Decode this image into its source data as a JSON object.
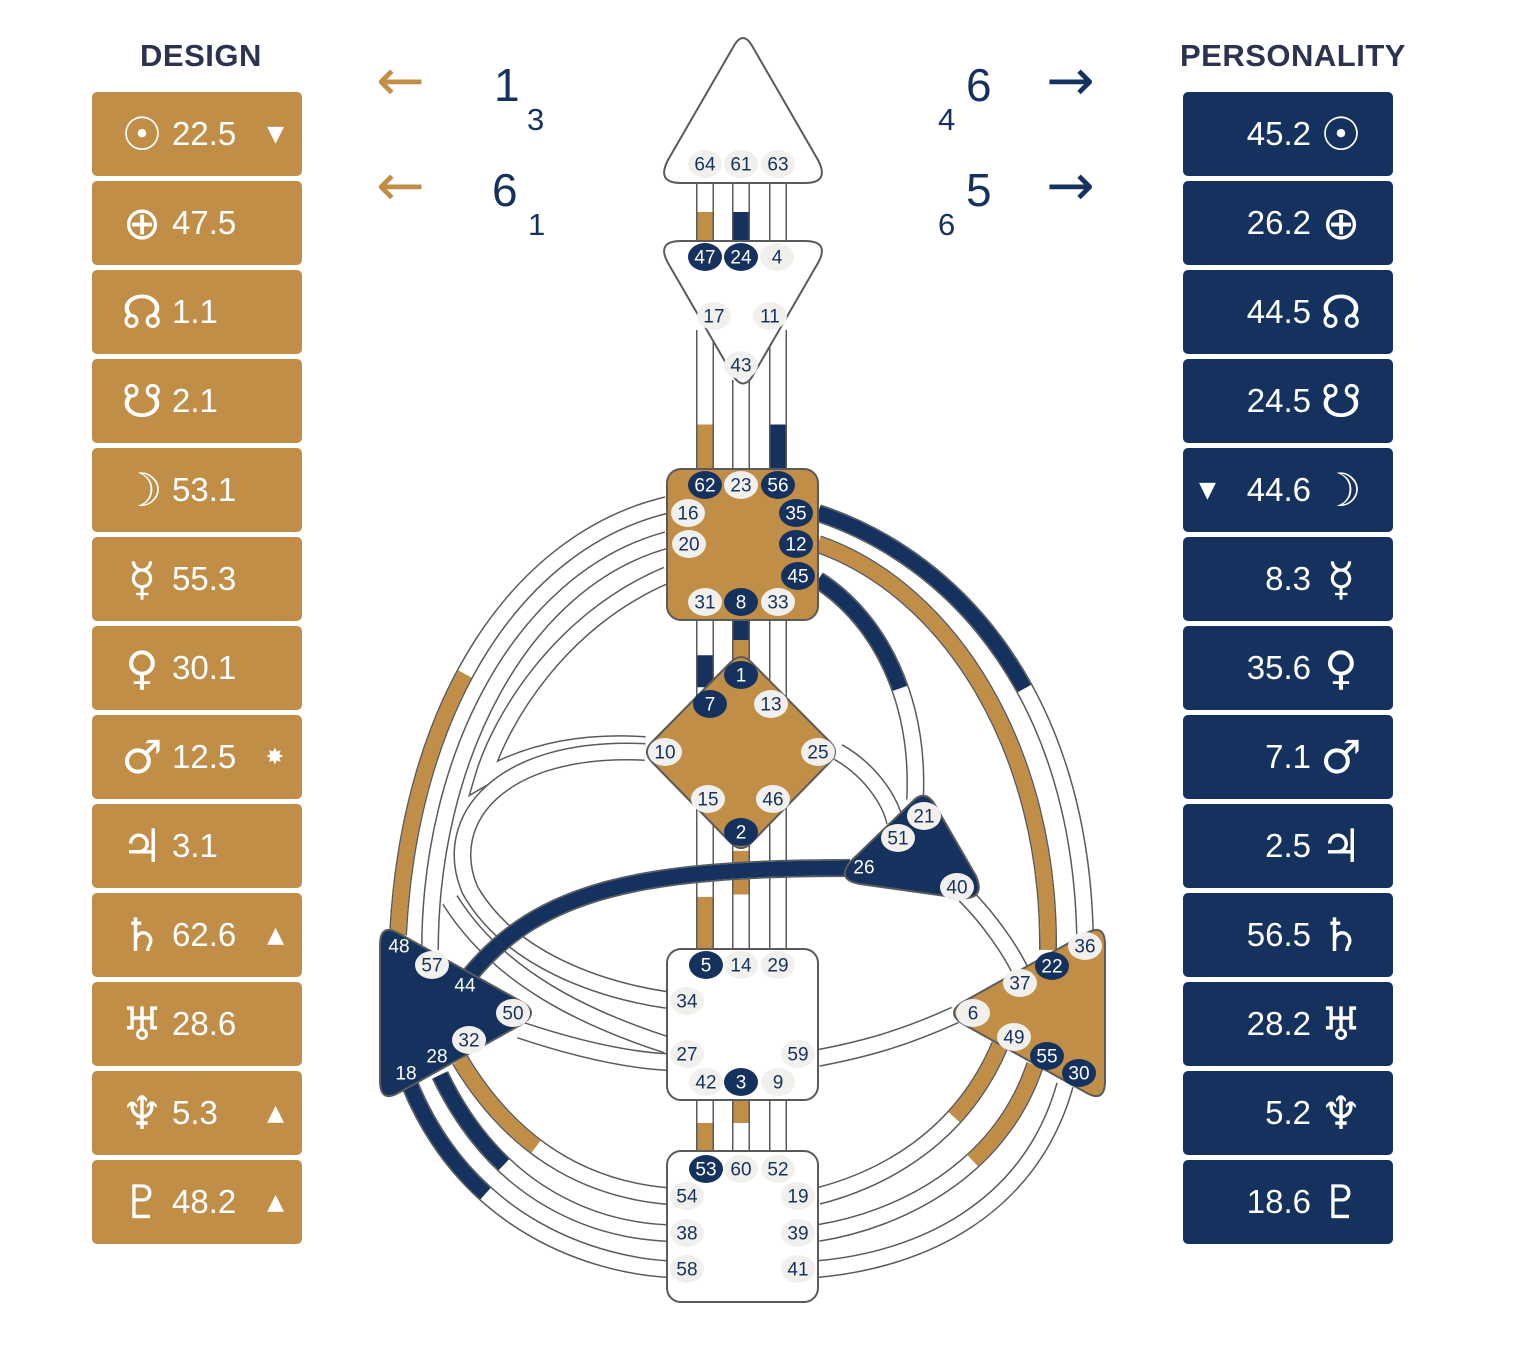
{
  "design": {
    "title": "DESIGN",
    "color": "#c08e47",
    "planets": [
      {
        "icon": "sun-icon",
        "glyph": "☉",
        "value": "22.5",
        "marker": "▼"
      },
      {
        "icon": "earth-icon",
        "glyph": "⊕",
        "value": "47.5",
        "marker": ""
      },
      {
        "icon": "north-node-icon",
        "glyph": "☊",
        "value": "1.1",
        "marker": ""
      },
      {
        "icon": "south-node-icon",
        "glyph": "☋",
        "value": "2.1",
        "marker": ""
      },
      {
        "icon": "moon-icon",
        "glyph": "☽",
        "value": "53.1",
        "marker": ""
      },
      {
        "icon": "mercury-icon",
        "glyph": "☿",
        "value": "55.3",
        "marker": ""
      },
      {
        "icon": "venus-icon",
        "glyph": "♀",
        "value": "30.1",
        "marker": ""
      },
      {
        "icon": "mars-icon",
        "glyph": "♂",
        "value": "12.5",
        "marker": "✸"
      },
      {
        "icon": "jupiter-icon",
        "glyph": "♃",
        "value": "3.1",
        "marker": ""
      },
      {
        "icon": "saturn-icon",
        "glyph": "♄",
        "value": "62.6",
        "marker": "▲"
      },
      {
        "icon": "uranus-icon",
        "glyph": "♅",
        "value": "28.6",
        "marker": ""
      },
      {
        "icon": "neptune-icon",
        "glyph": "♆",
        "value": "5.3",
        "marker": "▲"
      },
      {
        "icon": "pluto-icon",
        "glyph": "♇",
        "value": "48.2",
        "marker": "▲"
      }
    ]
  },
  "personality": {
    "title": "PERSONALITY",
    "color": "#15325f",
    "planets": [
      {
        "icon": "sun-icon",
        "glyph": "☉",
        "value": "45.2",
        "marker": ""
      },
      {
        "icon": "earth-icon",
        "glyph": "⊕",
        "value": "26.2",
        "marker": ""
      },
      {
        "icon": "north-node-icon",
        "glyph": "☊",
        "value": "44.5",
        "marker": ""
      },
      {
        "icon": "south-node-icon",
        "glyph": "☋",
        "value": "24.5",
        "marker": ""
      },
      {
        "icon": "moon-icon",
        "glyph": "☽",
        "value": "44.6",
        "marker": "▼"
      },
      {
        "icon": "mercury-icon",
        "glyph": "☿",
        "value": "8.3",
        "marker": ""
      },
      {
        "icon": "venus-icon",
        "glyph": "♀",
        "value": "35.6",
        "marker": ""
      },
      {
        "icon": "mars-icon",
        "glyph": "♂",
        "value": "7.1",
        "marker": ""
      },
      {
        "icon": "jupiter-icon",
        "glyph": "♃",
        "value": "2.5",
        "marker": ""
      },
      {
        "icon": "saturn-icon",
        "glyph": "♄",
        "value": "56.5",
        "marker": ""
      },
      {
        "icon": "uranus-icon",
        "glyph": "♅",
        "value": "28.2",
        "marker": ""
      },
      {
        "icon": "neptune-icon",
        "glyph": "♆",
        "value": "5.2",
        "marker": ""
      },
      {
        "icon": "pluto-icon",
        "glyph": "♇",
        "value": "18.6",
        "marker": ""
      }
    ]
  },
  "variables": {
    "left_top": {
      "arrow": "←",
      "main": "1",
      "sub": "3"
    },
    "left_bottom": {
      "arrow": "←",
      "main": "6",
      "sub": "1"
    },
    "right_top": {
      "arrow": "→",
      "main": "6",
      "sub": "4"
    },
    "right_bottom": {
      "arrow": "→",
      "main": "5",
      "sub": "6"
    }
  },
  "colors": {
    "design": "#c08e47",
    "personality": "#15325f",
    "gate_light": "#f1f0ec",
    "outline": "#5a5a5a"
  },
  "gates": [
    {
      "n": "64",
      "s": "L"
    },
    {
      "n": "61",
      "s": "L"
    },
    {
      "n": "63",
      "s": "L"
    },
    {
      "n": "47",
      "s": "D"
    },
    {
      "n": "24",
      "s": "D"
    },
    {
      "n": "4",
      "s": "L"
    },
    {
      "n": "17",
      "s": "L"
    },
    {
      "n": "11",
      "s": "L"
    },
    {
      "n": "43",
      "s": "L"
    },
    {
      "n": "62",
      "s": "D"
    },
    {
      "n": "23",
      "s": "L"
    },
    {
      "n": "56",
      "s": "D"
    },
    {
      "n": "16",
      "s": "L"
    },
    {
      "n": "35",
      "s": "D"
    },
    {
      "n": "20",
      "s": "L"
    },
    {
      "n": "12",
      "s": "D"
    },
    {
      "n": "45",
      "s": "D"
    },
    {
      "n": "31",
      "s": "L"
    },
    {
      "n": "8",
      "s": "D"
    },
    {
      "n": "33",
      "s": "L"
    },
    {
      "n": "1",
      "s": "D"
    },
    {
      "n": "7",
      "s": "D"
    },
    {
      "n": "13",
      "s": "L"
    },
    {
      "n": "10",
      "s": "L"
    },
    {
      "n": "25",
      "s": "L"
    },
    {
      "n": "15",
      "s": "L"
    },
    {
      "n": "46",
      "s": "L"
    },
    {
      "n": "2",
      "s": "D"
    },
    {
      "n": "21",
      "s": "L"
    },
    {
      "n": "51",
      "s": "L"
    },
    {
      "n": "26",
      "s": "P"
    },
    {
      "n": "40",
      "s": "L"
    },
    {
      "n": "48",
      "s": "P"
    },
    {
      "n": "57",
      "s": "L"
    },
    {
      "n": "44",
      "s": "P"
    },
    {
      "n": "50",
      "s": "L"
    },
    {
      "n": "32",
      "s": "L"
    },
    {
      "n": "28",
      "s": "P"
    },
    {
      "n": "18",
      "s": "P"
    },
    {
      "n": "5",
      "s": "D"
    },
    {
      "n": "14",
      "s": "L"
    },
    {
      "n": "29",
      "s": "L"
    },
    {
      "n": "34",
      "s": "L"
    },
    {
      "n": "27",
      "s": "L"
    },
    {
      "n": "59",
      "s": "L"
    },
    {
      "n": "42",
      "s": "L"
    },
    {
      "n": "3",
      "s": "D"
    },
    {
      "n": "9",
      "s": "L"
    },
    {
      "n": "53",
      "s": "D"
    },
    {
      "n": "60",
      "s": "L"
    },
    {
      "n": "52",
      "s": "L"
    },
    {
      "n": "54",
      "s": "L"
    },
    {
      "n": "19",
      "s": "L"
    },
    {
      "n": "38",
      "s": "L"
    },
    {
      "n": "39",
      "s": "L"
    },
    {
      "n": "58",
      "s": "L"
    },
    {
      "n": "41",
      "s": "L"
    },
    {
      "n": "36",
      "s": "L"
    },
    {
      "n": "22",
      "s": "D"
    },
    {
      "n": "37",
      "s": "L"
    },
    {
      "n": "6",
      "s": "L"
    },
    {
      "n": "49",
      "s": "L"
    },
    {
      "n": "55",
      "s": "D"
    },
    {
      "n": "30",
      "s": "D"
    }
  ]
}
